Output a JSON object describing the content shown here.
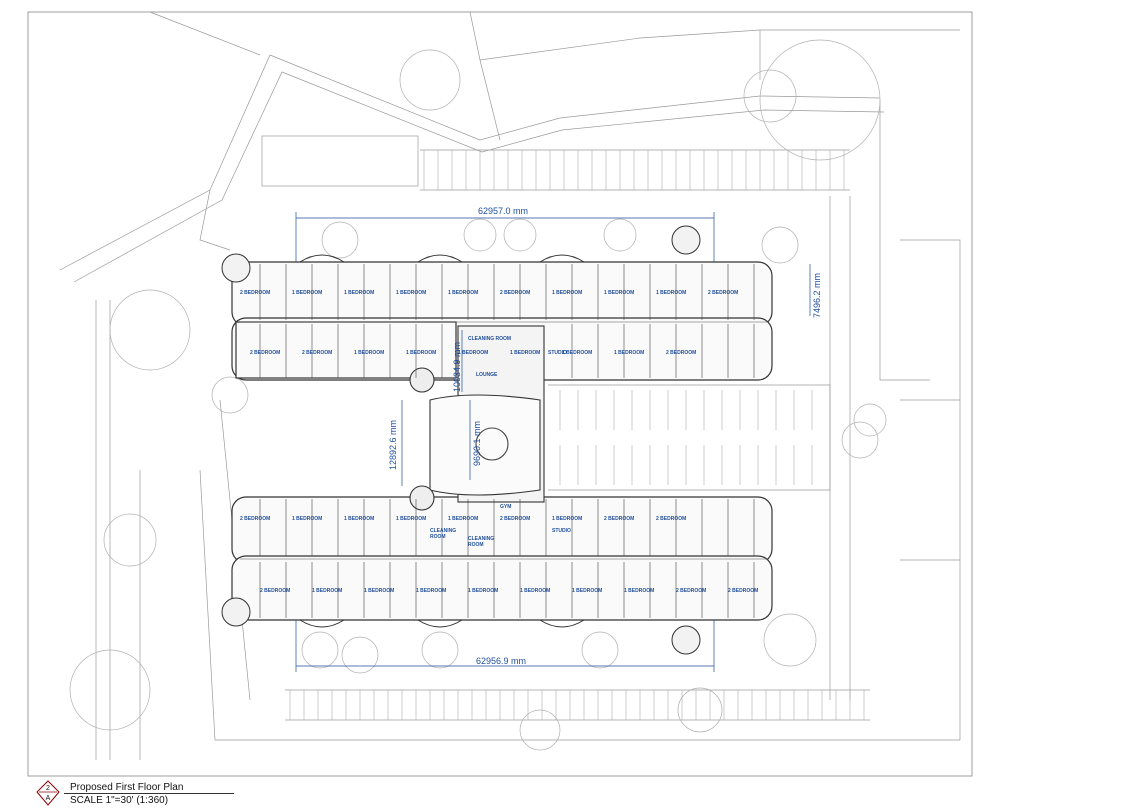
{
  "drawing": {
    "title": "Proposed First Floor Plan",
    "scale": "SCALE 1\"=30' (1:360)",
    "callout_top": "2",
    "callout_bottom": "A"
  },
  "dimensions": {
    "top_width": "62957.0 mm",
    "bottom_width": "62956.9 mm",
    "right_depth": "7496.2 mm",
    "courtyard_gap": "12892.6 mm",
    "core_height": "9690.1 mm",
    "core_upper": "10034.9 mm"
  },
  "room_labels": {
    "north_wing": [
      "2 BEDROOM",
      "1 BEDROOM",
      "1 BEDROOM",
      "1 BEDROOM",
      "1 BEDROOM",
      "2 BEDROOM",
      "1 BEDROOM",
      "1 BEDROOM",
      "1 BEDROOM",
      "2 BEDROOM",
      "2 BEDROOM",
      "2 BEDROOM",
      "1 BEDROOM",
      "1 BEDROOM",
      "1 BEDROOM",
      "1 BEDROOM",
      "1 BEDROOM",
      "1 BEDROOM",
      "2 BEDROOM"
    ],
    "south_wing": [
      "2 BEDROOM",
      "1 BEDROOM",
      "1 BEDROOM",
      "1 BEDROOM",
      "1 BEDROOM",
      "2 BEDROOM",
      "1 BEDROOM",
      "2 BEDROOM",
      "2 BEDROOM",
      "2 BEDROOM",
      "1 BEDROOM",
      "1 BEDROOM",
      "1 BEDROOM",
      "1 BEDROOM",
      "1 BEDROOM",
      "1 BEDROOM",
      "1 BEDROOM",
      "2 BEDROOM",
      "2 BEDROOM"
    ],
    "cleaning_room": "CLEANING ROOM",
    "cleaning": "CLEANING",
    "room": "ROOM",
    "studio": "STUDIO",
    "lounge": "LOUNGE",
    "gym": "GYM"
  },
  "colors": {
    "linework": "#555555",
    "annotation": "#1f4e9c",
    "border": "#888888"
  }
}
